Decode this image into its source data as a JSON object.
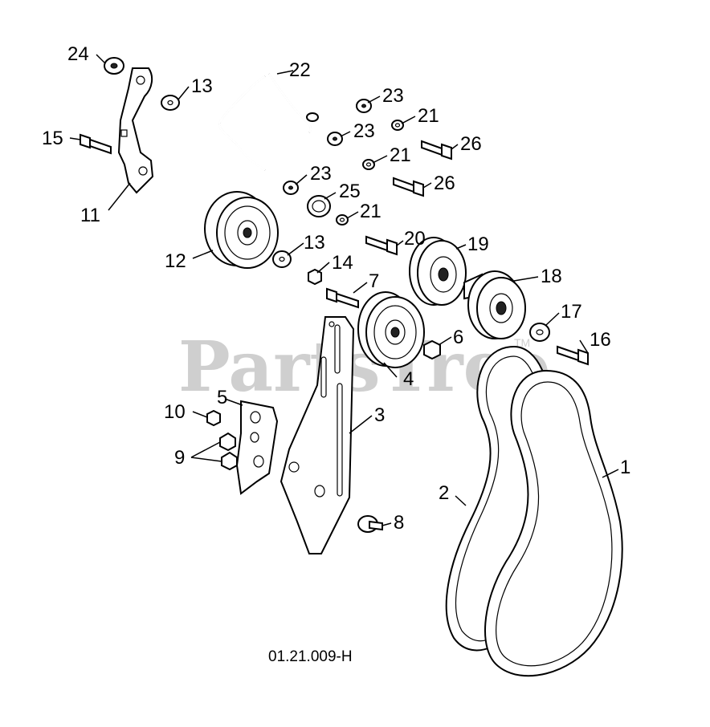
{
  "watermark": {
    "text": "PartsTree",
    "tm": "TM"
  },
  "diagram_code": "01.21.009-H",
  "callouts": {
    "c1": "1",
    "c2": "2",
    "c3": "3",
    "c4": "4",
    "c5": "5",
    "c6": "6",
    "c7": "7",
    "c8": "8",
    "c9": "9",
    "c10": "10",
    "c11": "11",
    "c12": "12",
    "c13a": "13",
    "c13b": "13",
    "c14": "14",
    "c15": "15",
    "c16": "16",
    "c17": "17",
    "c18": "18",
    "c19": "19",
    "c20": "20",
    "c21a": "21",
    "c21b": "21",
    "c21c": "21",
    "c22": "22",
    "c23a": "23",
    "c23b": "23",
    "c23c": "23",
    "c24": "24",
    "c25": "25",
    "c26a": "26",
    "c26b": "26"
  }
}
